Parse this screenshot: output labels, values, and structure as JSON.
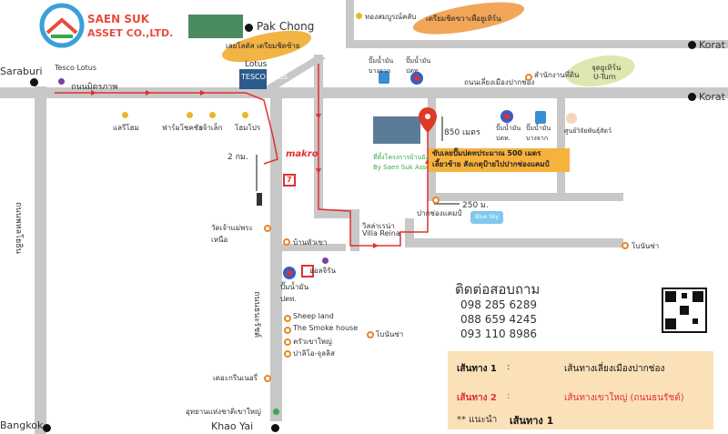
{
  "logo": {
    "line1": "SAEN SUK",
    "line2": "ASSET CO.,LTD."
  },
  "cities": {
    "pak_chong": "Pak Chong",
    "korat_top": "Korat",
    "korat_mid": "Korat",
    "saraburi": "Saraburi",
    "bangkok": "Bangkok",
    "khao_yai": "Khao Yai"
  },
  "roads": {
    "mittraphap": "ถนนมิตรภาพ",
    "phahonyothin": "ถนนพหลโยธิน",
    "thanarat": "ถนนธนะรัชต์",
    "bypass": "ถนนเลี่ยงเมืองปากช่อง"
  },
  "places": {
    "thong_som_bun": "ทองสมบูรณ์คลับ",
    "tesco_lotus_left": "Tesco Lotus",
    "tesco_lotus_center": "Lotus",
    "tesco_sign": "TESCO Lotus",
    "big_leaf": "เลยโลตัส เตรียมชิดซ้าย",
    "orange_leaf": "เตรียมชิดขวาเพื่อยูเทิร์น",
    "green_leaf_1": "จุดยูเทิร์น",
    "green_leaf_2": "U-Turn",
    "gas1": "ปั๊มน้ำมัน บางจาก",
    "gas2": "ปั๊มน้ำมัน ปตท.",
    "gas3": "ปั๊มน้ำมัน ปตท.",
    "gas4": "ปั๊มน้ำมัน บางจาก",
    "land_office": "สำนักงานที่ดิน",
    "animal_center": "ศูนย์วิจัยพันธุ์สัตว์",
    "home_pro": "โฮมโปร",
    "chao_lek": "เจ้าเล็ก",
    "pharma": "ฟาร์มโชคชัย",
    "pattaya_hotel": "แลรีโฮม",
    "makro": "makro",
    "seven": "7",
    "project_1": "ที่ตั้งโครงการบ้านยังคี",
    "project_2": "By Saen Suk Asset",
    "wat": "วัดเจ้าแม่พระ เหนือ",
    "ban_hua_kao": "บ้านหัวเขา",
    "villa_reina_th": "วิลล่าเรน่า",
    "villa_reina": "Villa Reina",
    "pak_chong_camp": "ปากช่องแคมป์",
    "blue_box": "Blue Sky Villa",
    "chokchai": "โบนันซ่า",
    "aobjit": "ออลจิรัน",
    "gas_ptt": "ปั๊มน้ำมัน ปตท.",
    "sheep_land": "Sheep land",
    "smoke_house": "The Smoke house",
    "krua_khao_yai": "ครัวเขาใหญ่",
    "palio": "ปาลิโอ-จุลลิส",
    "lake_greenery": "เดอะกรีนเนอรี่",
    "khao_yai_park": "อุทยานแห่งชาติเขาใหญ่",
    "bonanza2": "โบนันซ่า"
  },
  "distances": {
    "d850": "850 เมตร",
    "d2km": "2 กม.",
    "d250": "250 ม."
  },
  "infobox": {
    "line1": "ขับเลยปั๊มปตทประมาณ 500 เมตร",
    "line2": "เลี้ยวซ้าย สังเกตุป้ายไปปากช่องแคมป์"
  },
  "contact": {
    "title": "ติดต่อสอบถาม",
    "phones": [
      "098 285 6289",
      "088 659 4245",
      "093 110 8986"
    ]
  },
  "legend": {
    "route1_label": "เส้นทาง 1",
    "route1_sep": ":",
    "route1_desc": "เส้นทางเลี่ยงเมืองปากช่อง",
    "route2_label": "เส้นทาง 2",
    "route2_sep": ":",
    "route2_desc": "เส้นทางเขาใหญ่ (ถนนธนรัชต์)",
    "rec_prefix": "** แนะนำ",
    "rec_route": "เส้นทาง 1"
  },
  "colors": {
    "road": "#c8c8c8",
    "arrow_red": "#e03030",
    "legend_bg": "#fae1b8",
    "orange_box": "#f7b23d"
  }
}
